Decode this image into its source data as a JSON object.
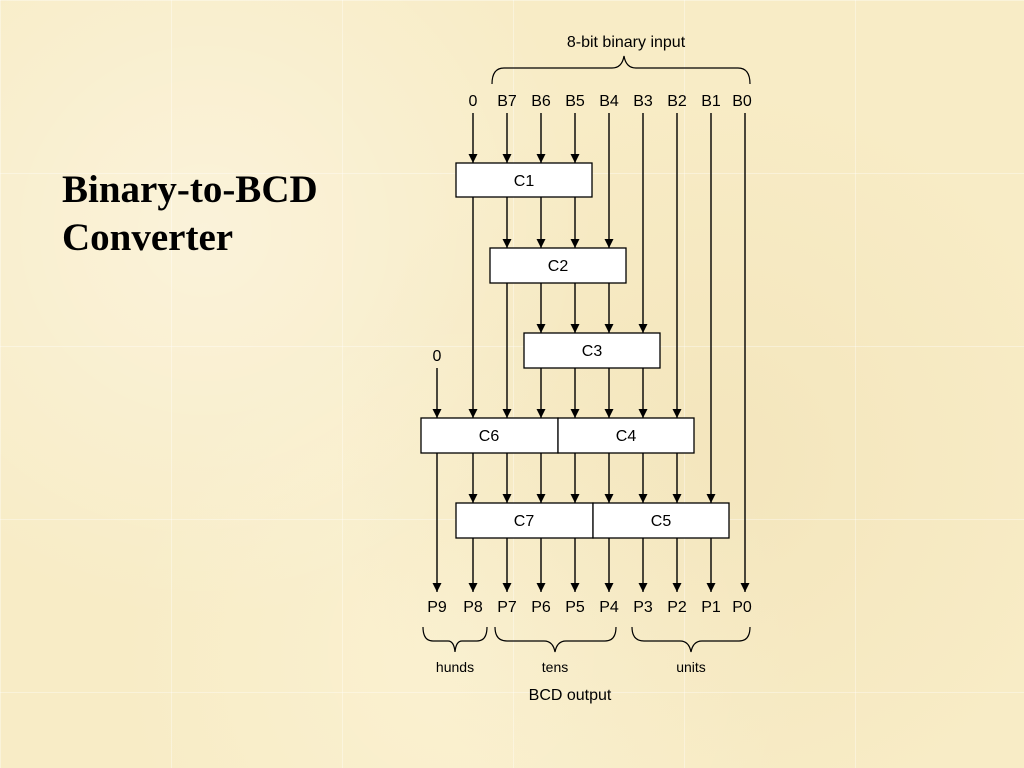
{
  "slide": {
    "title_line1": "Binary-to-BCD",
    "title_line2": "Converter"
  },
  "diagram": {
    "input_brace_label": "8-bit binary input",
    "input_labels": [
      "0",
      "B7",
      "B6",
      "B5",
      "B4",
      "B3",
      "B2",
      "B1",
      "B0"
    ],
    "side_zero_label": "0",
    "blocks": [
      "C1",
      "C2",
      "C3",
      "C6",
      "C4",
      "C7",
      "C5"
    ],
    "output_labels": [
      "P9",
      "P8",
      "P7",
      "P6",
      "P5",
      "P4",
      "P3",
      "P2",
      "P1",
      "P0"
    ],
    "groups": [
      "hunds",
      "tens",
      "units"
    ],
    "output_label": "BCD output"
  }
}
